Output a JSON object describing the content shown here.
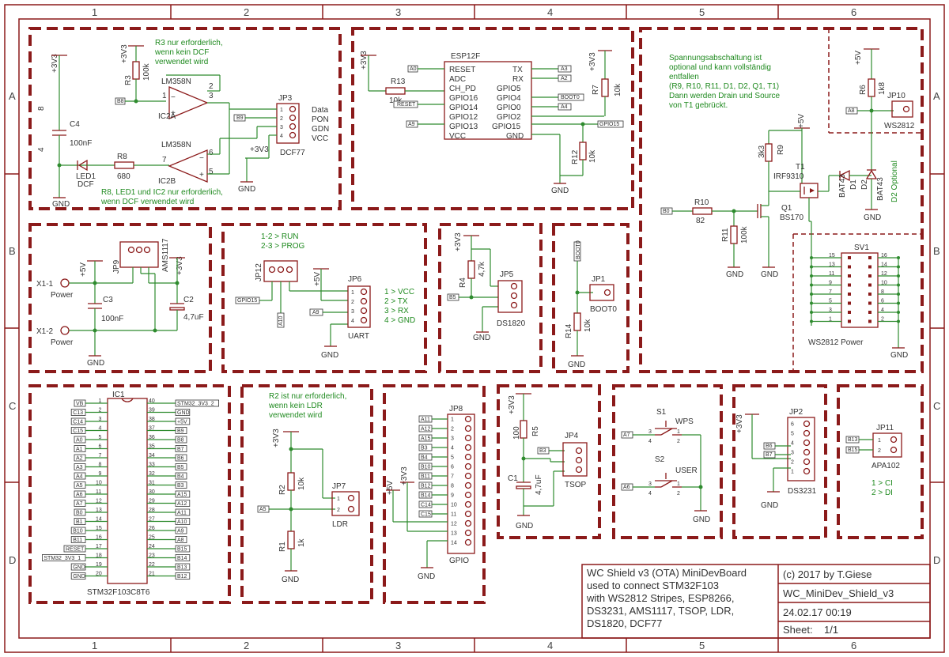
{
  "frame": {
    "columns": [
      "1",
      "2",
      "3",
      "4",
      "5",
      "6"
    ],
    "rows": [
      "A",
      "B",
      "C",
      "D"
    ]
  },
  "colors": {
    "frame": "#8b1a1a",
    "wire": "#2e8b2e",
    "note": "#1f8a1f",
    "text": "#333333"
  },
  "dcf": {
    "note_r3": [
      "R3 nur erforderlich,",
      "wenn kein DCF",
      "verwendet wird"
    ],
    "note_r8": [
      "R8, LED1 und IC2 nur erforderlich,",
      "wenn DCF verwendet wird"
    ],
    "supply": "+3V3",
    "supply2": "+3V3",
    "supply3": "+3V3",
    "r3_name": "R3",
    "r3_val": "100k",
    "ic_top_name": "LM358N",
    "ic_top_ref": "IC2A",
    "ic_bot_name": "LM358N",
    "ic_bot_ref": "IC2B",
    "c4_name": "C4",
    "c4_val": "100nF",
    "led_name": "LED1",
    "led_val": "DCF",
    "r8_name": "R8",
    "r8_val": "680",
    "gnd1": "GND",
    "gnd2": "GND",
    "jp3": "JP3",
    "jp3_val": "DCF77",
    "jp3_pins": [
      "Data",
      "PON",
      "GDN",
      "VCC"
    ],
    "sig_b8": "B8",
    "sig_b9": "B9",
    "pins": {
      "p8": "8",
      "p4": "4",
      "p1": "1",
      "p2": "2",
      "p3": "3",
      "p5": "5",
      "p6": "6",
      "p7": "7"
    }
  },
  "esp": {
    "name": "ESP12F",
    "left_pins": [
      "RESET",
      "ADC",
      "CH_PD",
      "GPIO16",
      "GPIO14",
      "GPIO12",
      "GPIO13",
      "VCC"
    ],
    "right_pins": [
      "TX",
      "RX",
      "GPIO5",
      "GPIO4",
      "GPIO0",
      "GPIO2",
      "GPIO15",
      "GND"
    ],
    "left_sigs": [
      "A0",
      "RESET",
      "A9"
    ],
    "right_sigs": [
      "A3",
      "A2",
      "BOOT0",
      "A4",
      "GPIO15"
    ],
    "r13_name": "R13",
    "r13_val": "10k",
    "r7_name": "R7",
    "r7_val": "10k",
    "r12_name": "R12",
    "r12_val": "10k",
    "supply_l": "+3V3",
    "supply_r": "+3V3",
    "gnd": "GND"
  },
  "ws": {
    "note": [
      "Spannungsabschaltung ist",
      "optional und kann vollständig",
      "entfallen",
      "(R9, R10, R11, D1, D2, Q1, T1)",
      "Dann werden Drain und Source",
      "von T1 gebrückt."
    ],
    "supply": "+5V",
    "supply2": "+5V",
    "r9_name": "R9",
    "r9_val": "3k3",
    "r10_name": "R10",
    "r10_val": "82",
    "r11_name": "R11",
    "r11_val": "100k",
    "r6_name": "R6",
    "r6_val": "1k8",
    "t1_name": "T1",
    "t1_val": "IRF9310",
    "q1_name": "Q1",
    "q1_val": "BS170",
    "d1_name": "D1",
    "d1_val": "BAT43",
    "d2_name": "D2",
    "d2_val": "BAT43",
    "d2_note": "D2 Optional",
    "sig_b0": "B0",
    "sig_a8": "A8",
    "jp10": "JP10",
    "jp10_val": "WS2812",
    "sv1": "SV1",
    "sv1_val": "WS2812 Power",
    "sv1_left": [
      "15",
      "13",
      "11",
      "9",
      "7",
      "5",
      "3",
      "1"
    ],
    "sv1_right": [
      "16",
      "14",
      "12",
      "10",
      "8",
      "6",
      "4",
      "2"
    ],
    "gnd1": "GND",
    "gnd2": "GND",
    "gnd3": "GND",
    "gnd4": "GND"
  },
  "power": {
    "x1_1": "X1-1",
    "x1_2": "X1-2",
    "power_label": "Power",
    "power_label2": "Power",
    "jp9": "JP9",
    "reg": "AMS1117",
    "supply5": "+5V",
    "supply33": "+3V3",
    "c3_name": "C3",
    "c3_val": "100nF",
    "c2_name": "C2",
    "c2_val": "4,7uF",
    "gnd": "GND"
  },
  "uart": {
    "note": [
      "1-2 > RUN",
      "2-3 > PROG"
    ],
    "jp12": "JP12",
    "jp6": "JP6",
    "jp6_val": "UART",
    "supply": "+5V",
    "legend": [
      "1 > VCC",
      "2 > TX",
      "3 > RX",
      "4 > GND"
    ],
    "sig_gpio15": "GPIO15",
    "sig_a10": "A10",
    "sig_a9": "A9",
    "gnd": "GND"
  },
  "ds1820": {
    "supply": "+3V3",
    "r4_name": "R4",
    "r4_val": "4,7k",
    "jp5": "JP5",
    "jp5_val": "DS1820",
    "sig": "B5",
    "gnd": "GND"
  },
  "boot": {
    "sig": "BOOT0",
    "jp1": "JP1",
    "jp1_val": "BOOT0",
    "r14_name": "R14",
    "r14_val": "10k",
    "gnd": "GND"
  },
  "stm": {
    "ic": "IC1",
    "name": "STM32F103C8T6",
    "left_sigs": [
      "VB",
      "C13",
      "C14",
      "C15",
      "A0",
      "A1",
      "A2",
      "A3",
      "A4",
      "A5",
      "A6",
      "A7",
      "B0",
      "B1",
      "B10",
      "B11",
      "RESET",
      "STM32_3V3_1",
      "GND",
      "GND"
    ],
    "right_sigs": [
      "STM32_3V3_2",
      "GND",
      "+5V",
      "B9",
      "B8",
      "B7",
      "B6",
      "B5",
      "B4",
      "B3",
      "A15",
      "A12",
      "A11",
      "A10",
      "A9",
      "A8",
      "B15",
      "B14",
      "B13",
      "B12"
    ]
  },
  "ldr": {
    "note": [
      "R2 ist nur erforderlich,",
      "wenn kein LDR",
      "verwendet wird"
    ],
    "supply": "+3V3",
    "r2_name": "R2",
    "r2_val": "10k",
    "r1_name": "R1",
    "r1_val": "1k",
    "jp7": "JP7",
    "jp7_val": "LDR",
    "sig": "A5",
    "gnd": "GND"
  },
  "gpio": {
    "jp8": "JP8",
    "jp8_val": "GPIO",
    "sigs": [
      "A11",
      "A12",
      "A15",
      "B3",
      "B4",
      "B10",
      "B11",
      "B12",
      "B14",
      "C14",
      "C15"
    ],
    "supply5": "+5V",
    "supply33": "+3V3",
    "gnd": "GND"
  },
  "tsop": {
    "supply": "+3V3",
    "r5_name": "R5",
    "r5_val": "100",
    "c1_name": "C1",
    "c1_val": "4,7uF",
    "jp4": "JP4",
    "jp4_val": "TSOP",
    "sig": "B3",
    "gnd": "GND"
  },
  "buttons": {
    "s1": "S1",
    "s1_val": "WPS",
    "s2": "S2",
    "s2_val": "USER",
    "sig_a7": "A7",
    "sig_a6": "A6",
    "gnd": "GND"
  },
  "rtc": {
    "supply": "+3V3",
    "jp2": "JP2",
    "jp2_val": "DS3231",
    "sig_b6": "B6",
    "sig_b7": "B7",
    "gnd": "GND"
  },
  "apa": {
    "jp11": "JP11",
    "jp11_val": "APA102",
    "sig_b13": "B13",
    "sig_b15": "B15",
    "legend": [
      "1 > CI",
      "2 > DI"
    ]
  },
  "titleblock": {
    "desc": [
      "WC Shield v3 (OTA) MiniDevBoard",
      "used to connect STM32F103",
      "with WS2812 Stripes, ESP8266,",
      "DS3231, AMS1117, TSOP, LDR,",
      "DS1820, DCF77"
    ],
    "copyright": "(c) 2017 by T.Giese",
    "filename": "WC_MiniDev_Shield_v3",
    "date": "24.02.17 00:19",
    "sheet_label": "Sheet:",
    "sheet_value": "1/1"
  }
}
